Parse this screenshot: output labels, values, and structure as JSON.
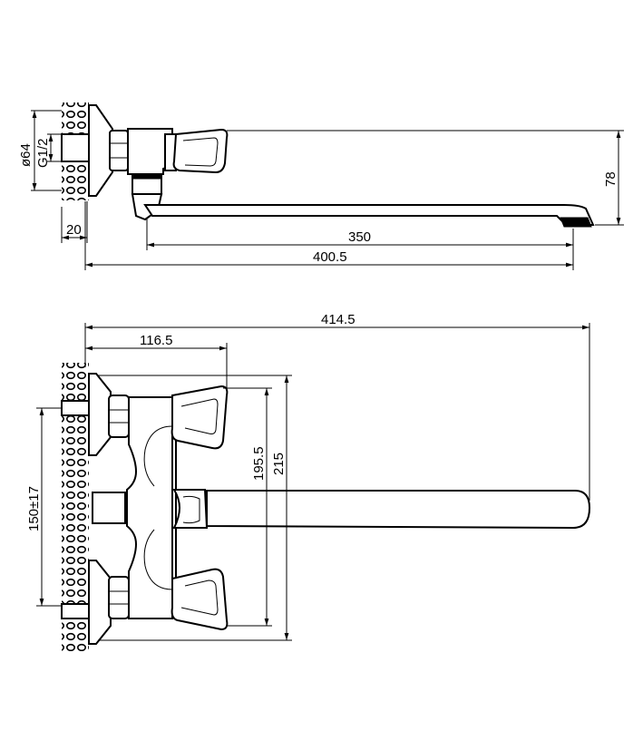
{
  "side_view": {
    "dim_diameter": "ø64",
    "dim_thread": "G1/2",
    "dim_wall_offset": "20",
    "dim_spout_reach": "350",
    "dim_total_length": "400.5",
    "dim_height": "78"
  },
  "top_view": {
    "dim_total_length": "414.5",
    "dim_handle_offset": "116.5",
    "dim_inlet_spacing": "150±17",
    "dim_handle_span": "195.5",
    "dim_body_span": "215"
  }
}
